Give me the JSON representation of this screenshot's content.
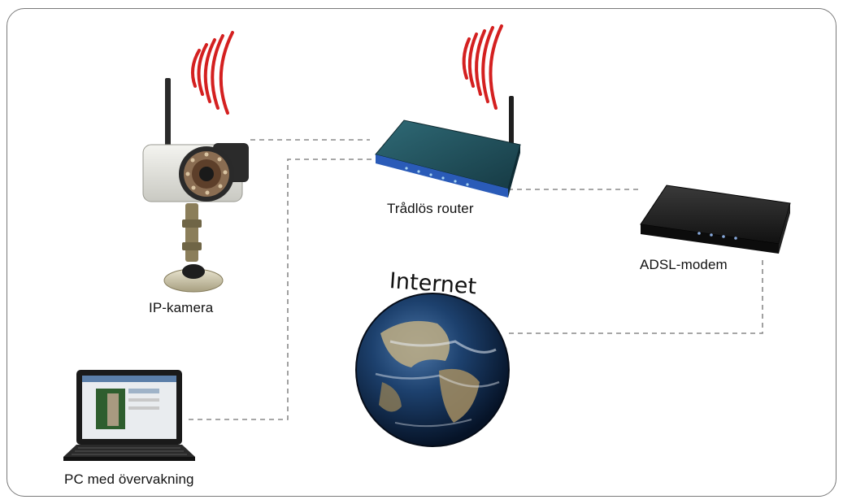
{
  "labels": {
    "camera": "IP-kamera",
    "router": "Trådlös router",
    "modem": "ADSL-modem",
    "pc": "PC med övervakning",
    "internet": "Internet"
  },
  "colors": {
    "wifi_waves": "#d42020",
    "connector": "#8a8a8a",
    "router_body": "#1d4a55",
    "router_stripe": "#2a5bb8",
    "modem_body": "#1b1b1b",
    "globe_ocean": "#12305a"
  }
}
